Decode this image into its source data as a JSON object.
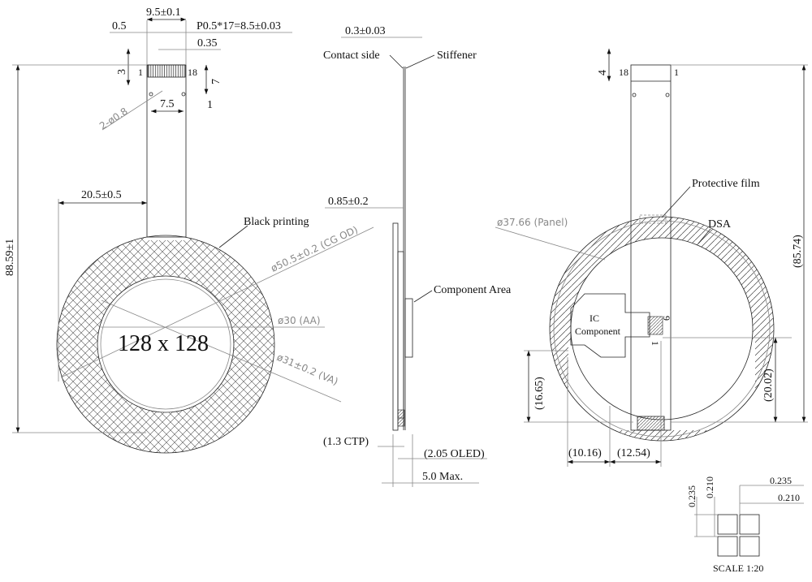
{
  "front_view": {
    "width_fpc": "9.5±0.1",
    "edge_offset": "0.5",
    "pitch": "P0.5*17=8.5±0.03",
    "pin_width": "0.35",
    "pin_len": "3",
    "pin_first": "1",
    "pin_last": "18",
    "hole_offset_y": "7",
    "holes": "2-ø0.8",
    "hole_spacing": "7.5",
    "hole_edge": "1",
    "total_height": "88.59±1",
    "fpc_offset": "20.5±0.5",
    "black_printing": "Black printing",
    "cg_od": "ø50.5±0.2 (CG OD)",
    "aa": "ø30 (AA)",
    "va": "ø31±0.2 (VA)",
    "resolution": "128 x 128"
  },
  "side_view": {
    "fpc_thickness": "0.3±0.03",
    "contact_side": "Contact side",
    "stiffener": "Stiffener",
    "glass": "0.85±0.2",
    "component_area": "Component Area",
    "ctp": "(1.3 CTP)",
    "oled": "(2.05 OLED)",
    "max": "5.0 Max."
  },
  "back_view": {
    "tail": "4",
    "pin_first": "18",
    "pin_last": "1",
    "protective_film": "Protective film",
    "dsa": "DSA",
    "panel": "ø37.66 (Panel)",
    "ic_line1": "IC",
    "ic_line2": "Component",
    "ic_pin_top": "9",
    "ic_pin_bottom": "1",
    "height_total": "(85.74)",
    "height_left": "(16.65)",
    "height_right": "(20.02)",
    "width_left": "(10.16)",
    "width_right": "(12.54)"
  },
  "pad_detail": {
    "h1": "0.235",
    "h2": "0.210",
    "w1": "0.235",
    "w2": "0.210",
    "scale": "SCALE 1:20"
  }
}
